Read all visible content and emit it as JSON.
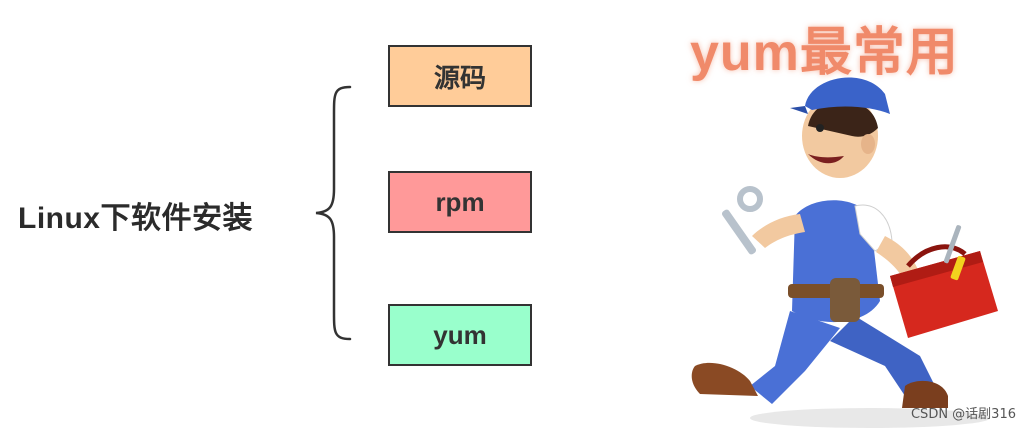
{
  "diagram": {
    "root_label": "Linux下软件安装",
    "options": [
      {
        "label": "源码",
        "color": "#FFCC99"
      },
      {
        "label": "rpm",
        "color": "#FF9999"
      },
      {
        "label": "yum",
        "color": "#99FFCC"
      }
    ]
  },
  "headline": "yum最常用",
  "illustration": {
    "subject": "running-worker-with-toolbox"
  },
  "watermark": "CSDN @话剧316",
  "colors": {
    "headline": "#F08A6A",
    "border": "#333333",
    "text": "#2B2B2B"
  }
}
